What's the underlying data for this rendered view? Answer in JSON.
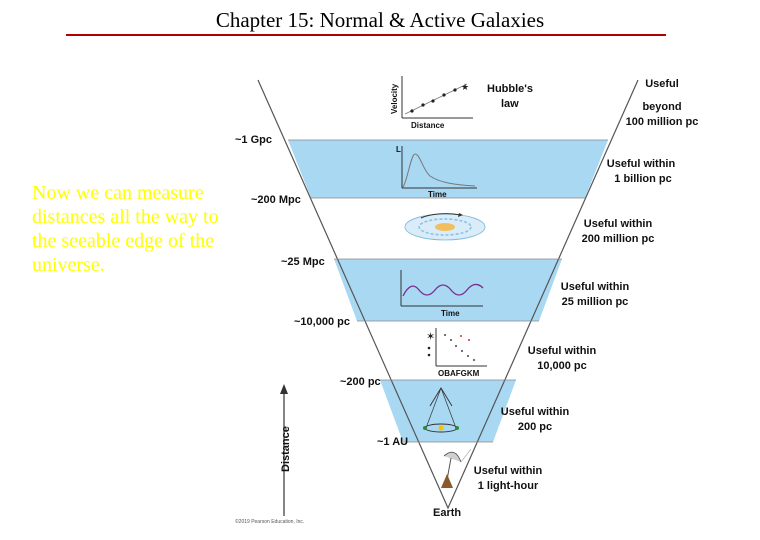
{
  "slide": {
    "title": "Chapter 15: Normal & Active Galaxies",
    "body_text": "Now we can measure distances all the way to the seeable edge of the universe."
  },
  "diagram": {
    "axis_label": "Distance",
    "apex_label": "Earth",
    "copyright": "©2019 Pearson Education, Inc.",
    "levels": [
      {
        "distance": "~1 Gpc",
        "range_line1": "Useful",
        "range_line2": "beyond",
        "range_line3": "100 million pc",
        "method_label": "Hubble's law"
      },
      {
        "distance": "~200 Mpc",
        "range_line1": "Useful within",
        "range_line2": "1 billion pc"
      },
      {
        "distance": "~25 Mpc",
        "range_line1": "Useful within",
        "range_line2": "200 million pc"
      },
      {
        "distance": "~10,000 pc",
        "range_line1": "Useful within",
        "range_line2": "25 million pc"
      },
      {
        "distance": "~200 pc",
        "range_line1": "Useful within",
        "range_line2": "10,000 pc"
      },
      {
        "distance": "~1 AU",
        "range_line1": "Useful within",
        "range_line2": "200 pc"
      },
      {
        "range_line1": "Useful within",
        "range_line2": "1 light-hour"
      }
    ],
    "method_labels": {
      "hubble_line1": "Hubble's",
      "hubble_line2": "law",
      "hubble_x": "Distance",
      "hubble_y": "Velocity",
      "supernova_y": "L",
      "supernova_x": "Time",
      "cepheid_x": "Time",
      "hr_x": "OBAFGKM"
    },
    "colors": {
      "band_blue": "#a9d8f3",
      "band_white": "#ffffff",
      "outline": "#555555",
      "text_yellow": "#ffff00"
    }
  }
}
